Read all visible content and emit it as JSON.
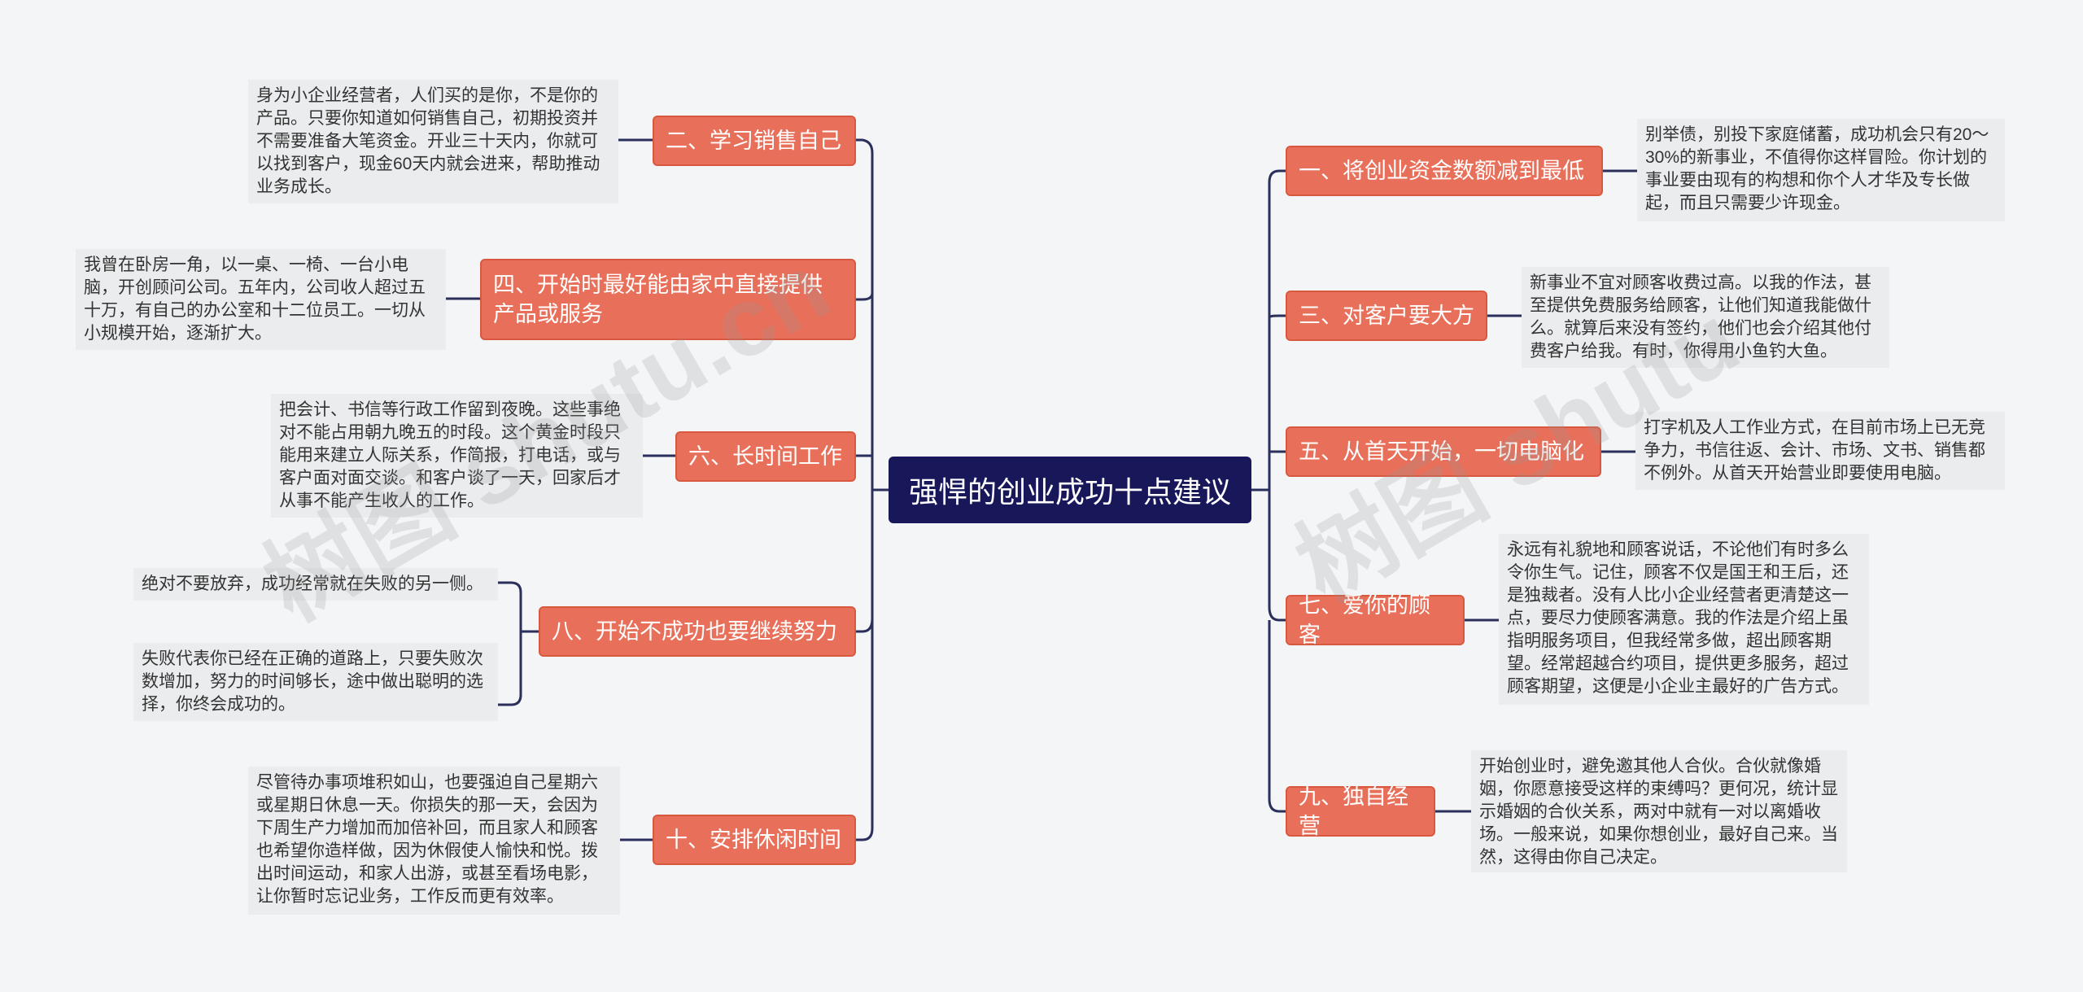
{
  "root": "强悍的创业成功十点建议",
  "watermarks": [
    "树图 shutu.cn",
    "树图 shutu"
  ],
  "left": [
    {
      "label": "二、学习销售自己",
      "notes": [
        "身为小企业经营者，人们买的是你，不是你的产品。只要你知道如何销售自己，初期投资并不需要准备大笔资金。开业三十天内，你就可以找到客户，现金60天内就会进来，帮助推动业务成长。"
      ]
    },
    {
      "label": "四、开始时最好能由家中直接提供产品或服务",
      "notes": [
        "我曾在卧房一角，以一桌、一椅、一台小电脑，开创顾问公司。五年内，公司收人超过五十万，有自己的办公室和十二位员工。一切从小规模开始，逐渐扩大。"
      ]
    },
    {
      "label": "六、长时间工作",
      "notes": [
        "把会计、书信等行政工作留到夜晚。这些事绝对不能占用朝九晚五的时段。这个黄金时段只能用来建立人际关系，作简报，打电话，或与客户面对面交谈。和客户谈了一天，回家后才从事不能产生收人的工作。"
      ]
    },
    {
      "label": "八、开始不成功也要继续努力",
      "notes": [
        "绝对不要放弃，成功经常就在失败的另一侧。",
        "失败代表你已经在正确的道路上，只要失败次数增加，努力的时间够长，途中做出聪明的选择，你终会成功的。"
      ]
    },
    {
      "label": "十、安排休闲时间",
      "notes": [
        "尽管待办事项堆积如山，也要强迫自己星期六或星期日休息一天。你损失的那一天，会因为下周生产力增加而加倍补回，而且家人和顾客也希望你造样做，因为休假使人愉快和悦。拨出时间运动，和家人出游，或甚至看场电影，让你暂时忘记业务，工作反而更有效率。"
      ]
    }
  ],
  "right": [
    {
      "label": "一、将创业资金数额减到最低",
      "notes": [
        "别举债，别投下家庭储蓄，成功机会只有20～30%的新事业，不值得你这样冒险。你计划的事业要由现有的构想和你个人才华及专长做起，而且只需要少许现金。"
      ]
    },
    {
      "label": "三、对客户要大方",
      "notes": [
        "新事业不宜对顾客收费过高。以我的作法，甚至提供免费服务给顾客，让他们知道我能做什么。就算后来没有签约，他们也会介绍其他付费客户给我。有时，你得用小鱼钓大鱼。"
      ]
    },
    {
      "label": "五、从首天开始，一切电脑化",
      "notes": [
        "打字机及人工作业方式，在目前市场上已无竞争力，书信往返、会计、市场、文书、销售都不例外。从首天开始营业即要使用电脑。"
      ]
    },
    {
      "label": "七、爱你的顾客",
      "notes": [
        "永远有礼貌地和顾客说话，不论他们有时多么令你生气。记住，顾客不仅是国王和王后，还是独裁者。没有人比小企业经营者更清楚这一点，要尽力使顾客满意。我的作法是介绍上虽指明服务项目，但我经常多做，超出顾客期望。经常超越合约项目，提供更多服务，超过顾客期望，这便是小企业主最好的广告方式。"
      ]
    },
    {
      "label": "九、独自经营",
      "notes": [
        "开始创业时，避免邀其他人合伙。合伙就像婚姻，你愿意接受这样的束缚吗？更何况，统计显示婚姻的合伙关系，两对中就有一对以离婚收场。一般来说，如果你想创业，最好自己来。当然，这得由你自己决定。"
      ]
    }
  ],
  "colors": {
    "branch": "#e8705a",
    "root": "#17175a",
    "line": "#2b2f5c",
    "note_bg": "#ebecee"
  }
}
